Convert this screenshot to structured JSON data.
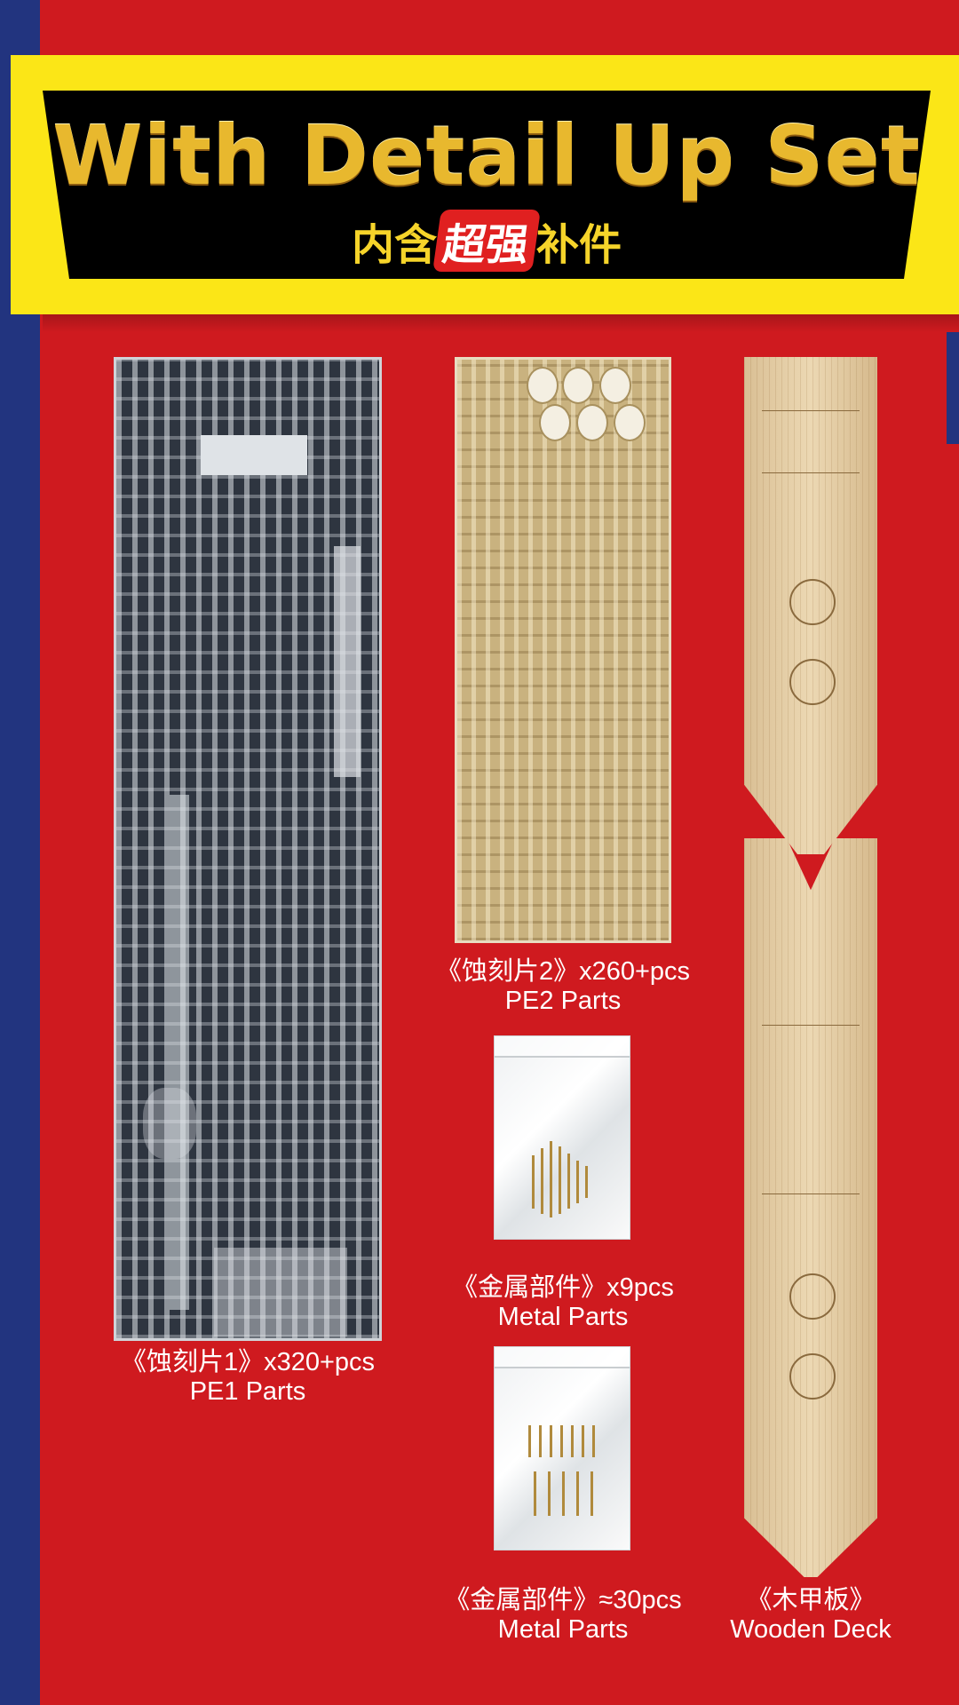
{
  "banner": {
    "title": "With Detail Up Set",
    "subtitle_before": "内含",
    "subtitle_highlight": "超强",
    "subtitle_after": "补件"
  },
  "items": [
    {
      "line1": "《蚀刻片1》x320+pcs",
      "line2": "PE1 Parts"
    },
    {
      "line1": "《蚀刻片2》x260+pcs",
      "line2": "PE2 Parts"
    },
    {
      "line1": "《金属部件》x9pcs",
      "line2": "Metal Parts"
    },
    {
      "line1": "《金属部件》≈30pcs",
      "line2": "Metal Parts"
    },
    {
      "line1": "《木甲板》",
      "line2": "Wooden Deck"
    }
  ],
  "colors": {
    "background": "#cf1a1f",
    "stripe": "#22347f",
    "banner_yellow": "#fbe617",
    "title_gold": "#e8b82e"
  }
}
